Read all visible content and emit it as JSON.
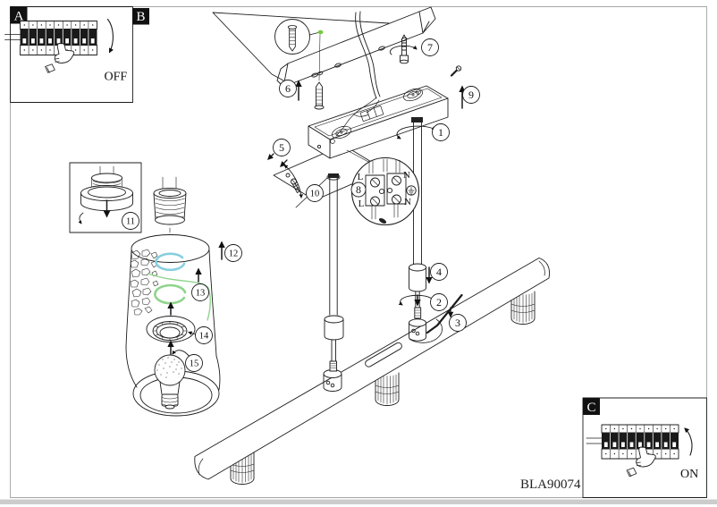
{
  "document": {
    "part_number": "BLA90074"
  },
  "panels": {
    "a": {
      "label": "A",
      "state": "OFF"
    },
    "b": {
      "label": "B"
    },
    "c": {
      "label": "C",
      "state": "ON"
    }
  },
  "steps": [
    "1",
    "2",
    "3",
    "4",
    "5",
    "6",
    "7",
    "8",
    "9",
    "10",
    "11",
    "12",
    "13",
    "14",
    "15"
  ],
  "wiring": {
    "terminal_top_left": "L",
    "terminal_top_right": "N",
    "terminal_bottom_left": "L",
    "terminal_bottom_right": "N"
  },
  "colors": {
    "highlight_cyan": "#86cfdf",
    "highlight_green": "#8fd48c",
    "anchor_dot_green": "#74c93e"
  }
}
